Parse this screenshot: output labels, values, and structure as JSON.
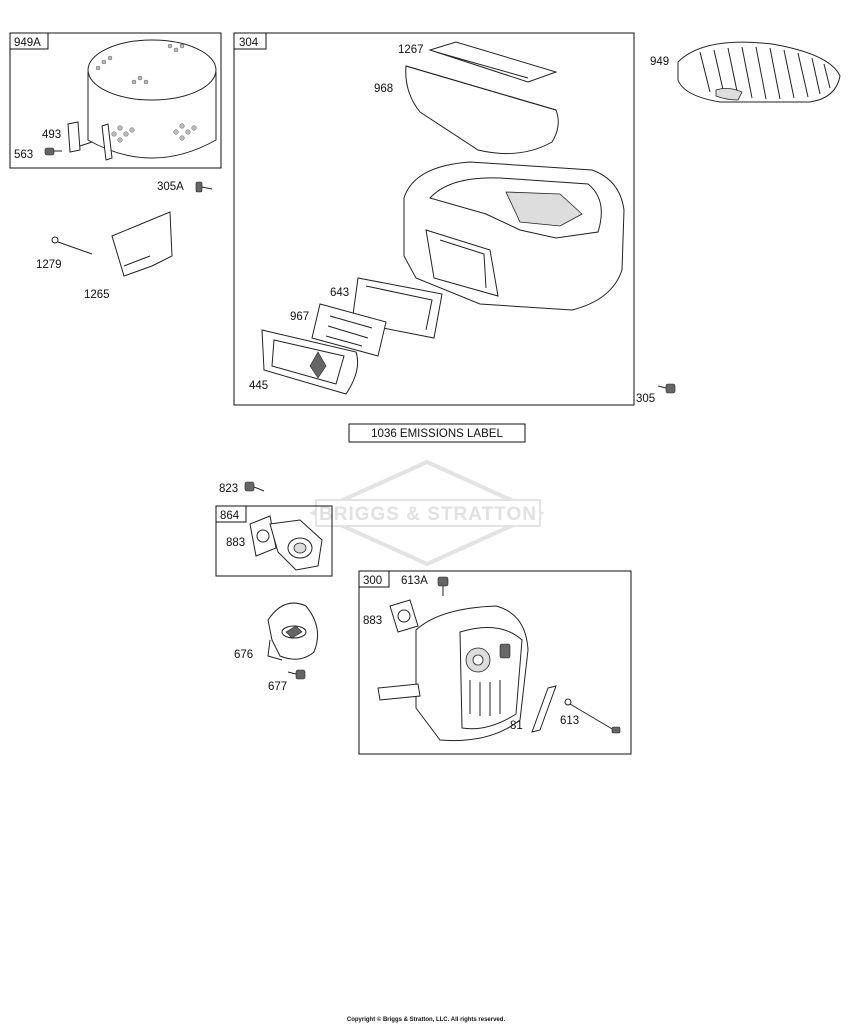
{
  "watermark": {
    "brand": "BRIGGS & STRATTON"
  },
  "groups": {
    "g949A": "949A",
    "g304": "304",
    "g864": "864",
    "g300": "300"
  },
  "parts": {
    "p493": "493",
    "p563": "563",
    "p305A": "305A",
    "p1279": "1279",
    "p1265": "1265",
    "p1267": "1267",
    "p968": "968",
    "p643": "643",
    "p967": "967",
    "p445": "445",
    "p305": "305",
    "p949": "949",
    "p823": "823",
    "p883a": "883",
    "p676": "676",
    "p677": "677",
    "p613A": "613A",
    "p883b": "883",
    "p81": "81",
    "p613": "613"
  },
  "emissions_label": "1036 EMISSIONS LABEL",
  "copyright": "Copyright © Briggs & Stratton, LLC. All rights reserved."
}
